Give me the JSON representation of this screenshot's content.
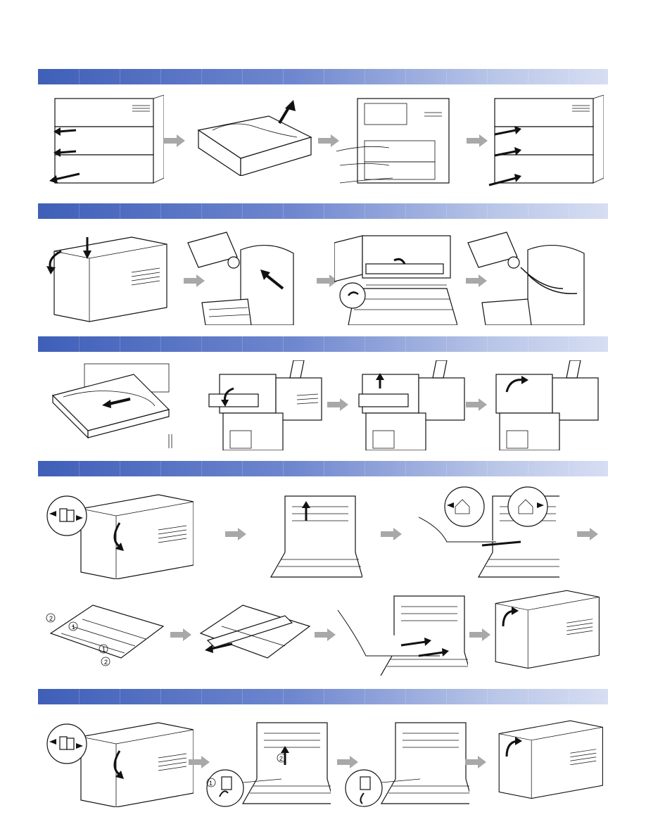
{
  "colors": {
    "band_start": "#3f5fb8",
    "band_end": "#d6def2",
    "arrow": "#a8a8a8"
  },
  "sections": [
    {
      "id": "tray-jam",
      "steps": 4
    },
    {
      "id": "top-cover-jam",
      "steps": 4
    },
    {
      "id": "multipurpose-tray-jam",
      "steps": 4
    },
    {
      "id": "rear-duplex-jam",
      "steps": 8,
      "callouts": [
        "1",
        "2",
        "1",
        "2"
      ]
    },
    {
      "id": "rear-fuser-jam",
      "steps": 4,
      "callouts": [
        "1",
        "2"
      ]
    }
  ],
  "icons": [
    "flow-arrow-icon",
    "push-arrow-icon",
    "pull-arrow-icon",
    "rotate-arrow-icon",
    "magnifier-callout-icon"
  ]
}
